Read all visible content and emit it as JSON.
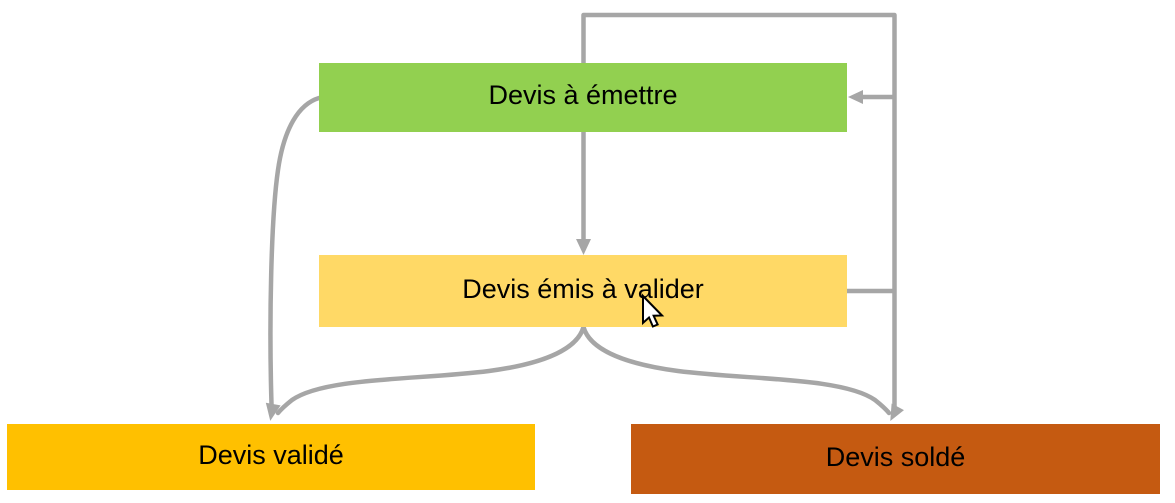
{
  "diagram": {
    "colors": {
      "background": "#ffffff",
      "line": "#a6a6a6",
      "text": "#000000",
      "cursor_fill": "#ffffff",
      "cursor_outline": "#000000"
    },
    "nodes": [
      {
        "id": "devis-a-emettre",
        "label": "Devis à émettre",
        "color": "#92d050"
      },
      {
        "id": "devis-emis-a-valider",
        "label": "Devis émis à valider",
        "color": "#ffd966"
      },
      {
        "id": "devis-valide",
        "label": "Devis validé",
        "color": "#ffc000"
      },
      {
        "id": "devis-solde",
        "label": "Devis soldé",
        "color": "#c55a11"
      }
    ],
    "edges": [
      {
        "from": "devis-a-emettre",
        "to": "devis-emis-a-valider"
      },
      {
        "from": "devis-emis-a-valider",
        "to": "devis-a-emettre"
      },
      {
        "from": "devis-a-emettre",
        "to": "devis-valide"
      },
      {
        "from": "devis-emis-a-valider",
        "to": "devis-valide"
      },
      {
        "from": "devis-emis-a-valider",
        "to": "devis-solde"
      },
      {
        "from": "devis-a-emettre",
        "to": "devis-solde"
      }
    ],
    "cursor": {
      "visible": "true"
    }
  }
}
